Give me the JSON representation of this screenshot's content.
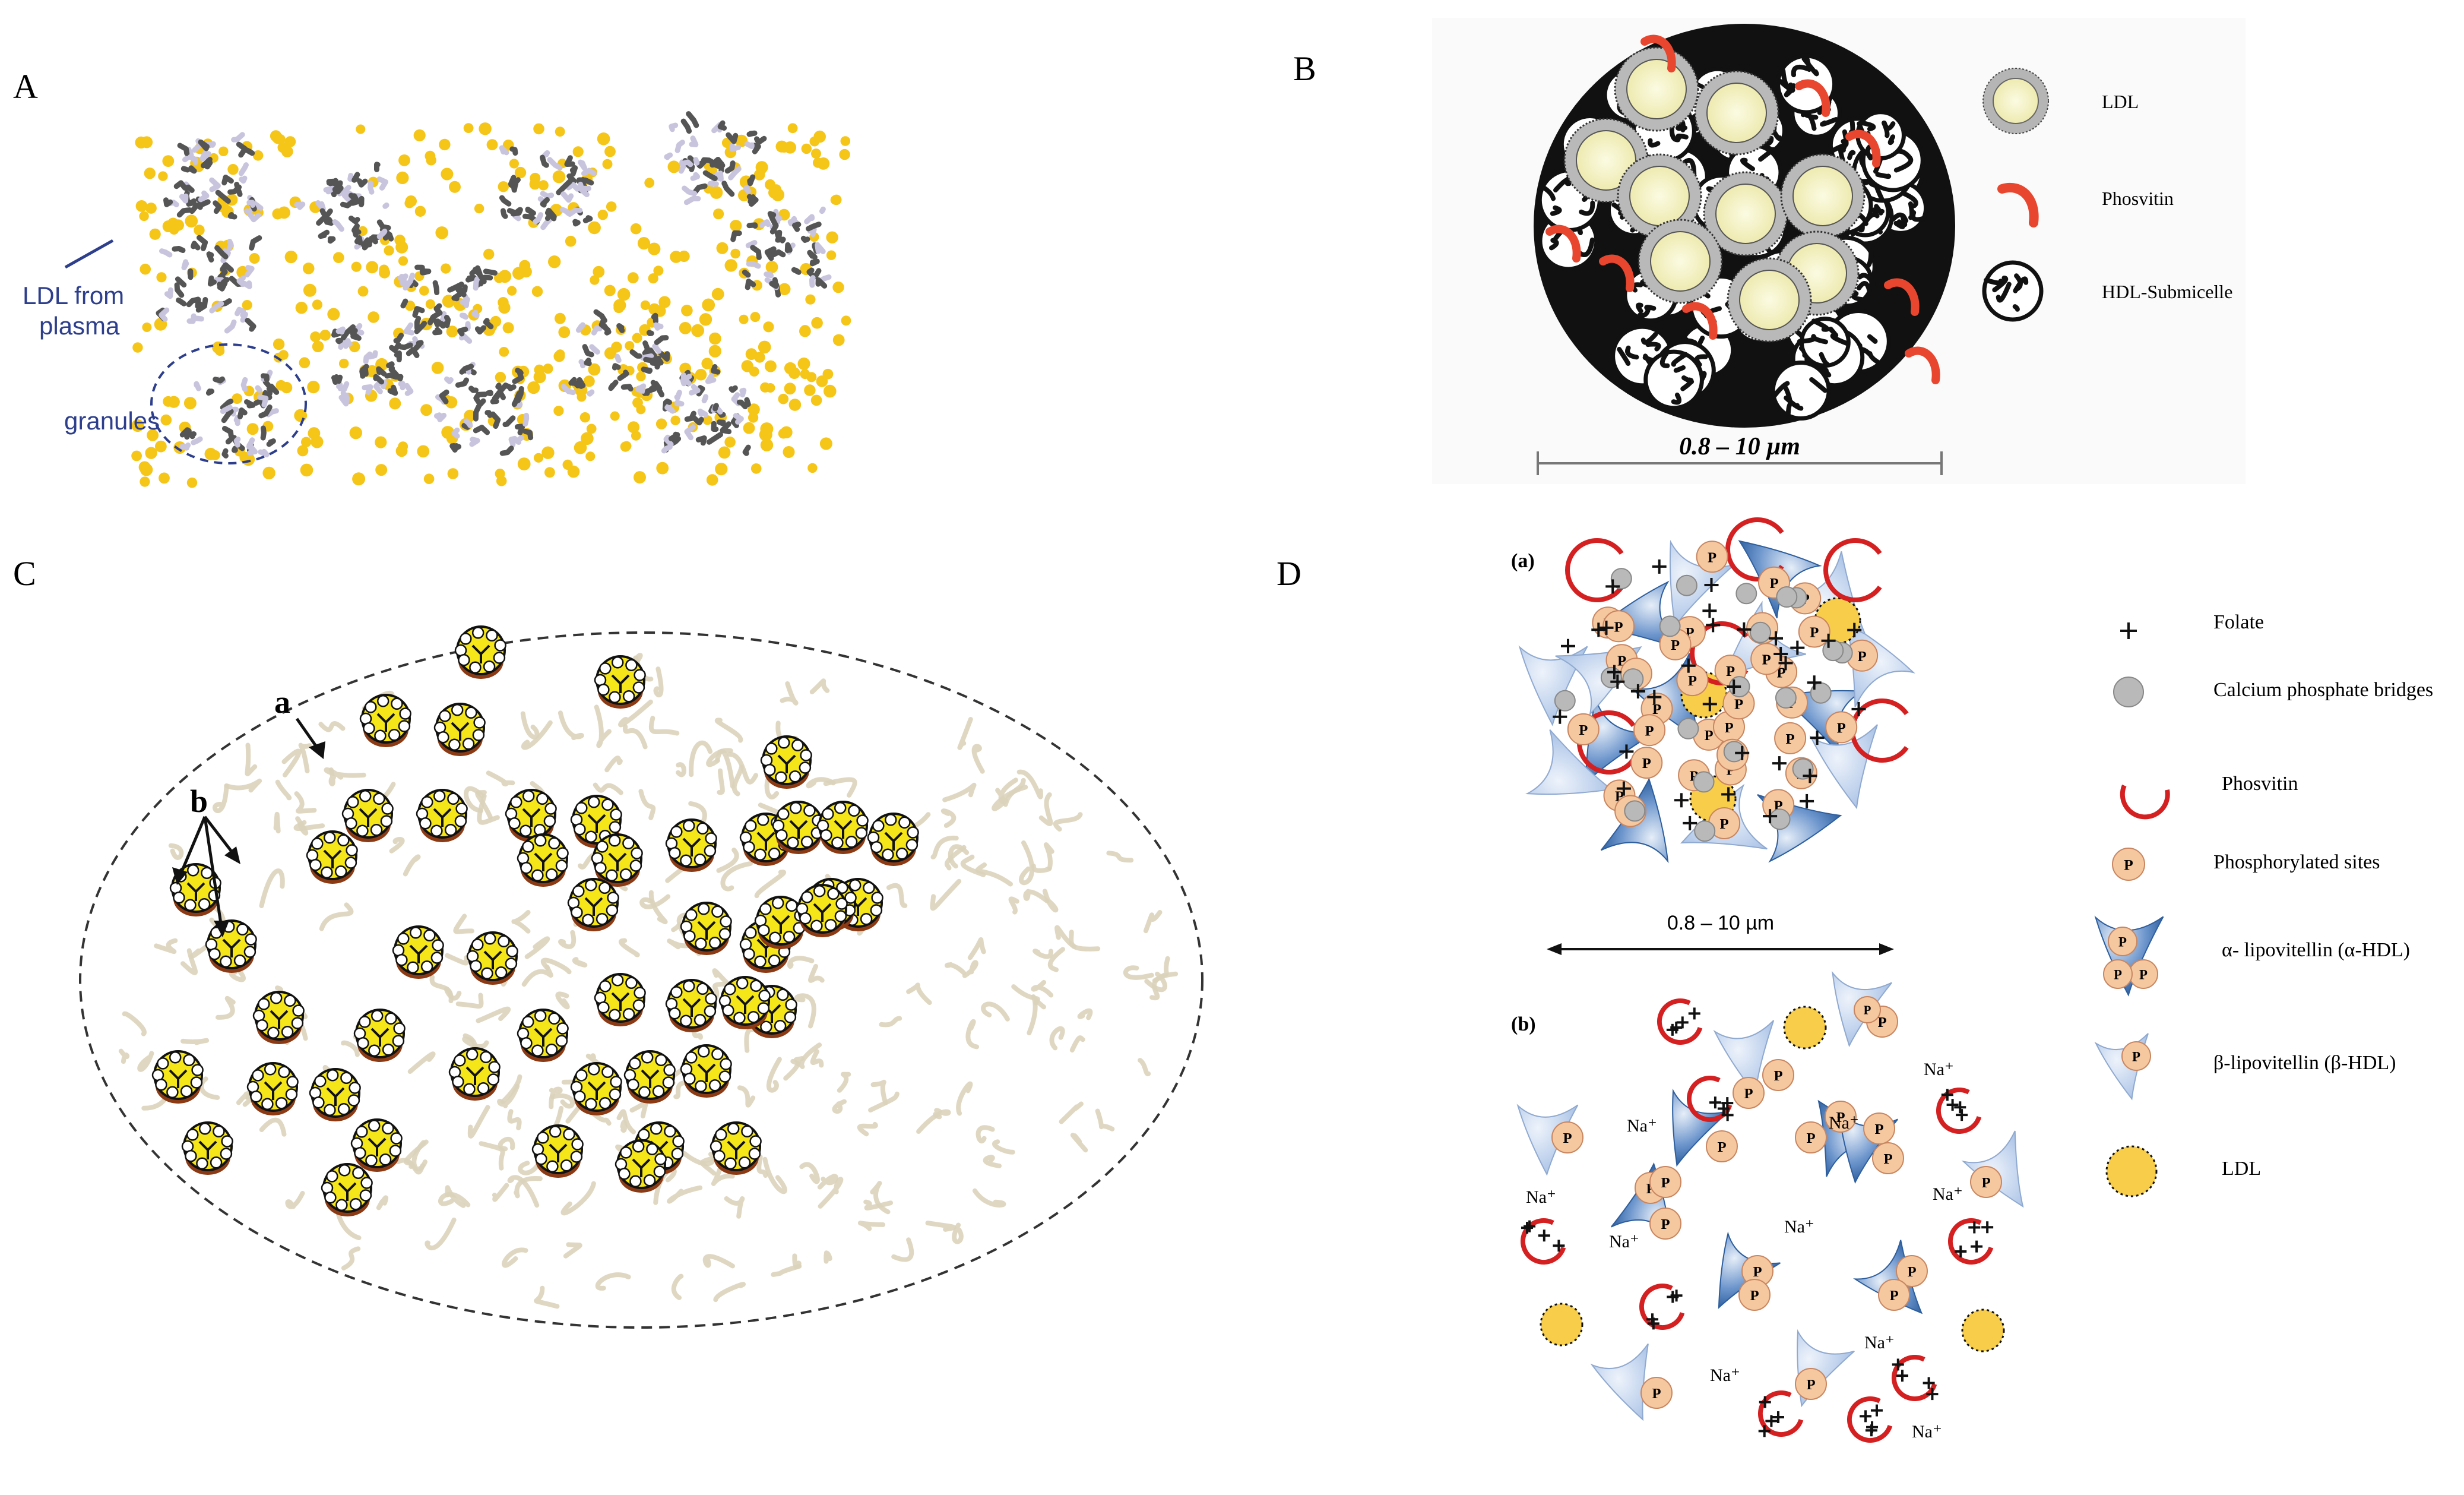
{
  "panels": {
    "A": {
      "letter": "A",
      "labels": {
        "ldl_from_plasma_1": "LDL from",
        "ldl_from_plasma_2": "plasma",
        "granules": "granules"
      }
    },
    "B": {
      "letter": "B",
      "legend": [
        "LDL",
        "Phosvitin",
        "HDL-Submicelle"
      ],
      "scale_label": "0.8 – 10 µm"
    },
    "C": {
      "letter": "C",
      "arrow_labels": {
        "a": "a",
        "b": "b"
      }
    },
    "D": {
      "letter": "D",
      "sub_a": "(a)",
      "sub_b": "(b)",
      "scale_label": "0.8 – 10 µm",
      "ion_label": "Na⁺",
      "legend": [
        "Folate",
        "Calcium phosphate bridges",
        "Phosvitin",
        "Phosphorylated sites",
        "α- lipovitellin (α-HDL)",
        "β-lipovitellin (β-HDL)",
        "LDL"
      ],
      "p_glyph": "P"
    }
  },
  "colors": {
    "ldl_yellow": "#f5c518",
    "granule_gray": "#555555",
    "protein_lilac": "#c9c4dd",
    "phosvitin_red": "#d42020",
    "ldl_core": "#f7f5c6",
    "ldl_shell": "#b9b9b9",
    "matrix_beige": "#dcd3bb",
    "p_site": "#f6c8a0",
    "alpha_blue": "#3d6fb3",
    "beta_blue": "#b8cdea",
    "ldl_d": "#f8cd4a",
    "calcium_gray": "#b9b9b9",
    "label_blue": "#2c3e8c"
  }
}
